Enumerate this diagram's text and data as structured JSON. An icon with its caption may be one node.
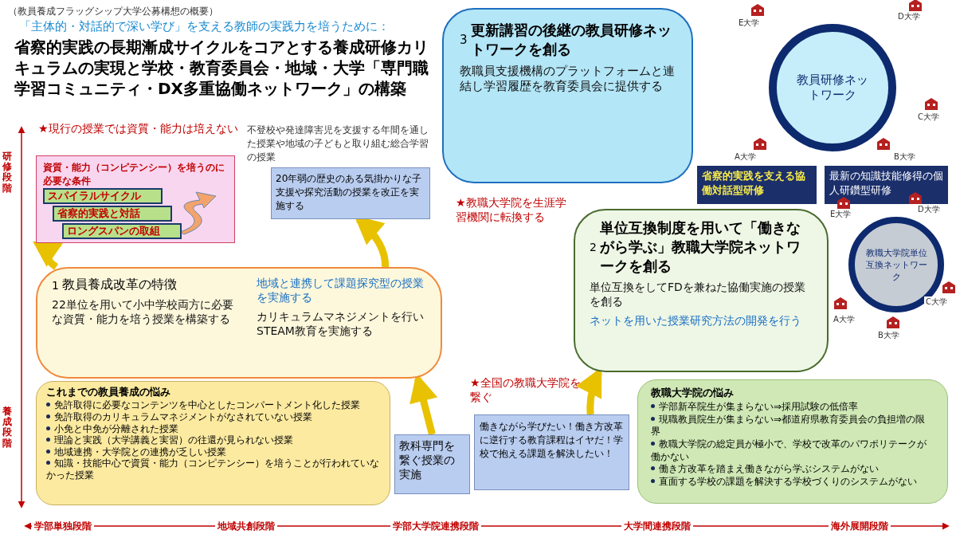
{
  "diagram": {
    "title": "省察的実践の長期漸成サイクルをコアとする養成研修カリキュラムの実現と学校・教育委員会・地域・大学「専門職学習コミュニティ・DX多重協働ネットワーク」の構築",
    "nodes": [
      {
        "text": [
          "資質・能力（コンピテンシー）を培うのに必要な条件"
        ]
      },
      {
        "text": [
          "スパイラルサイクル"
        ],
        "in": 0
      },
      {
        "text": [
          "省察的実践と対話"
        ],
        "in": 0
      },
      {
        "text": [
          "ロングスパンの取組"
        ],
        "in": 0
      },
      {
        "text": [
          "20年弱の歴史のある気掛かりな子支援や探究活動の授業を改正を実施する"
        ]
      },
      {
        "text": [
          "1",
          "教員養成改革の特徴",
          "22単位を用いて小中学校両方に必要な資質・能力を培う授業を構築する",
          "地域と連携して課題探究型の授業を実施する",
          "カリキュラムマネジメントを行いSTEAM教育を実施する"
        ]
      },
      {
        "text": [
          "これまでの教員養成の悩み",
          "免許取得に必要なコンテンツを中心としたコンパートメント化した授業",
          "免許取得のカリキュラムマネジメントがなされていない授業",
          "小免と中免が分離された授業",
          "理論と実践（大学講義と実習）の往還が見られない授業",
          "地域連携・大学院との連携が乏しい授業",
          "知識・技能中心で資質・能力（コンピテンシー）を培うことが行われていなかった授業"
        ]
      },
      {
        "text": [
          "教科専門を繋ぐ授業の実施"
        ]
      },
      {
        "text": [
          "働きながら学びたい！働き方改革に逆行する教育課程はイヤだ！学校で抱える課題を解決したい！"
        ]
      },
      {
        "text": [
          "2",
          "単位互換制度を用いて「働きながら学ぶ」教職大学院ネットワークを創る",
          "単位互換をしてFDを兼ねた協働実施の授業を創る",
          "ネットを用いた授業研究方法の開発を行う"
        ]
      },
      {
        "text": [
          "教職大学院単位互換ネットワーク"
        ]
      },
      {
        "text": [
          "教職大学院の悩み",
          "学部新卒院生が集まらない⇒採用試験の低倍率",
          "現職教員院生が集まらない⇒都道府県教育委員会の負担増の限界",
          "教職大学院の総定員が極小で、学校で改革のパワポリテークが働かない",
          "働き方改革を踏まえ働きながら学ぶシステムがない",
          "直面する学校の課題を解決する学校づくりのシステムがない"
        ]
      },
      {
        "text": [
          "3",
          "更新講習の後継の教員研修ネットワークを創る",
          "教職員支援機構のプラットフォームと連結し学習履歴を教育委員会に提供する"
        ]
      },
      {
        "text": [
          "教員研修ネットワーク"
        ]
      },
      {
        "text": [
          "省察的実践を支える協働対話型研修"
        ]
      },
      {
        "text": [
          "最新の知識技能修得の個人研鑽型研修"
        ]
      }
    ],
    "edges": [
      {
        "from": 5,
        "to": 0,
        "arrow": "to"
      },
      {
        "from": 5,
        "to": 4,
        "arrow": "to"
      },
      {
        "from": 7,
        "to": 5,
        "arrow": "to"
      },
      {
        "from": 8,
        "to": 9,
        "arrow": "to"
      }
    ],
    "labels": [
      "（教員養成フラッグシップ大学公募構想の概要）",
      "「主体的・対話的で深い学び」を支える教師の実践力を培うために：",
      "★現行の授業では資質・能力は培えない",
      "研修段階",
      "養成段階",
      "不登校や発達障害児を支援する年間を通した授業や地域の子どもと取り組む総合学習の授業",
      "★教職大学院を生涯学習機関に転換する",
      "★全国の教職大学院を繋ぐ",
      "E大学",
      "D大学",
      "C大学",
      "A大学",
      "B大学",
      "E大学",
      "D大学",
      "C大学",
      "A大学",
      "B大学",
      "学部単独段階",
      "地域共創段階",
      "学部大学院連携段階",
      "大学間連携段階",
      "海外展開段階"
    ]
  }
}
